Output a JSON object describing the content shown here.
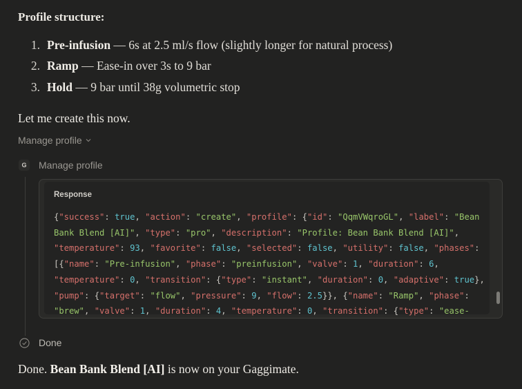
{
  "message": {
    "heading": "Profile structure:",
    "steps": [
      {
        "num": "1.",
        "title": "Pre-infusion",
        "text": " — 6s at 2.5 ml/s flow (slightly longer for natural process)"
      },
      {
        "num": "2.",
        "title": "Ramp",
        "text": " — Ease-in over 3s to 9 bar"
      },
      {
        "num": "3.",
        "title": "Hold",
        "text": " — 9 bar until 38g volumetric stop"
      }
    ],
    "intro": "Let me create this now."
  },
  "tool_call": {
    "toggle_label": "Manage profile",
    "chevron": "⌄",
    "icon_letter": "G",
    "label": "Manage profile",
    "response_title": "Response",
    "response_lines": [
      [
        [
          "p",
          "{"
        ],
        [
          "k",
          "\"success\""
        ],
        [
          "p",
          ": "
        ],
        [
          "n",
          "true"
        ],
        [
          "p",
          ", "
        ],
        [
          "k",
          "\"action\""
        ],
        [
          "p",
          ": "
        ],
        [
          "s",
          "\"create\""
        ],
        [
          "p",
          ", "
        ],
        [
          "k",
          "\"profile\""
        ],
        [
          "p",
          ": {"
        ],
        [
          "k",
          "\"id\""
        ],
        [
          "p",
          ": "
        ],
        [
          "s",
          "\"QqmVWqroGL\""
        ],
        [
          "p",
          ", "
        ],
        [
          "k",
          "\"label\""
        ],
        [
          "p",
          ": "
        ],
        [
          "s",
          "\"Bean"
        ]
      ],
      [
        [
          "s",
          "Bank Blend [AI]\""
        ],
        [
          "p",
          ", "
        ],
        [
          "k",
          "\"type\""
        ],
        [
          "p",
          ": "
        ],
        [
          "s",
          "\"pro\""
        ],
        [
          "p",
          ", "
        ],
        [
          "k",
          "\"description\""
        ],
        [
          "p",
          ": "
        ],
        [
          "s",
          "\"Profile: Bean Bank Blend [AI]\""
        ],
        [
          "p",
          ","
        ]
      ],
      [
        [
          "k",
          "\"temperature\""
        ],
        [
          "p",
          ": "
        ],
        [
          "n",
          "93"
        ],
        [
          "p",
          ", "
        ],
        [
          "k",
          "\"favorite\""
        ],
        [
          "p",
          ": "
        ],
        [
          "n",
          "false"
        ],
        [
          "p",
          ", "
        ],
        [
          "k",
          "\"selected\""
        ],
        [
          "p",
          ": "
        ],
        [
          "n",
          "false"
        ],
        [
          "p",
          ", "
        ],
        [
          "k",
          "\"utility\""
        ],
        [
          "p",
          ": "
        ],
        [
          "n",
          "false"
        ],
        [
          "p",
          ", "
        ],
        [
          "k",
          "\"phases\""
        ],
        [
          "p",
          ":"
        ]
      ],
      [
        [
          "p",
          "[{"
        ],
        [
          "k",
          "\"name\""
        ],
        [
          "p",
          ": "
        ],
        [
          "s",
          "\"Pre-infusion\""
        ],
        [
          "p",
          ", "
        ],
        [
          "k",
          "\"phase\""
        ],
        [
          "p",
          ": "
        ],
        [
          "s",
          "\"preinfusion\""
        ],
        [
          "p",
          ", "
        ],
        [
          "k",
          "\"valve\""
        ],
        [
          "p",
          ": "
        ],
        [
          "n",
          "1"
        ],
        [
          "p",
          ", "
        ],
        [
          "k",
          "\"duration\""
        ],
        [
          "p",
          ": "
        ],
        [
          "n",
          "6"
        ],
        [
          "p",
          ","
        ]
      ],
      [
        [
          "k",
          "\"temperature\""
        ],
        [
          "p",
          ": "
        ],
        [
          "n",
          "0"
        ],
        [
          "p",
          ", "
        ],
        [
          "k",
          "\"transition\""
        ],
        [
          "p",
          ": {"
        ],
        [
          "k",
          "\"type\""
        ],
        [
          "p",
          ": "
        ],
        [
          "s",
          "\"instant\""
        ],
        [
          "p",
          ", "
        ],
        [
          "k",
          "\"duration\""
        ],
        [
          "p",
          ": "
        ],
        [
          "n",
          "0"
        ],
        [
          "p",
          ", "
        ],
        [
          "k",
          "\"adaptive\""
        ],
        [
          "p",
          ": "
        ],
        [
          "n",
          "true"
        ],
        [
          "p",
          "},"
        ]
      ],
      [
        [
          "k",
          "\"pump\""
        ],
        [
          "p",
          ": {"
        ],
        [
          "k",
          "\"target\""
        ],
        [
          "p",
          ": "
        ],
        [
          "s",
          "\"flow\""
        ],
        [
          "p",
          ", "
        ],
        [
          "k",
          "\"pressure\""
        ],
        [
          "p",
          ": "
        ],
        [
          "n",
          "9"
        ],
        [
          "p",
          ", "
        ],
        [
          "k",
          "\"flow\""
        ],
        [
          "p",
          ": "
        ],
        [
          "n",
          "2.5"
        ],
        [
          "p",
          "}}, {"
        ],
        [
          "k",
          "\"name\""
        ],
        [
          "p",
          ": "
        ],
        [
          "s",
          "\"Ramp\""
        ],
        [
          "p",
          ", "
        ],
        [
          "k",
          "\"phase\""
        ],
        [
          "p",
          ":"
        ]
      ],
      [
        [
          "s",
          "\"brew\""
        ],
        [
          "p",
          ", "
        ],
        [
          "k",
          "\"valve\""
        ],
        [
          "p",
          ": "
        ],
        [
          "n",
          "1"
        ],
        [
          "p",
          ", "
        ],
        [
          "k",
          "\"duration\""
        ],
        [
          "p",
          ": "
        ],
        [
          "n",
          "4"
        ],
        [
          "p",
          ", "
        ],
        [
          "k",
          "\"temperature\""
        ],
        [
          "p",
          ": "
        ],
        [
          "n",
          "0"
        ],
        [
          "p",
          ", "
        ],
        [
          "k",
          "\"transition\""
        ],
        [
          "p",
          ": {"
        ],
        [
          "k",
          "\"type\""
        ],
        [
          "p",
          ": "
        ],
        [
          "s",
          "\"ease-"
        ]
      ]
    ],
    "status": "Done"
  },
  "final": {
    "prefix": "Done. ",
    "bold": "Bean Bank Blend [AI]",
    "suffix": " is now on your Gaggimate."
  },
  "colors": {
    "background": "#222221",
    "json_key": "#d5706b",
    "json_string": "#98c56a",
    "json_literal": "#5fc3cf"
  }
}
